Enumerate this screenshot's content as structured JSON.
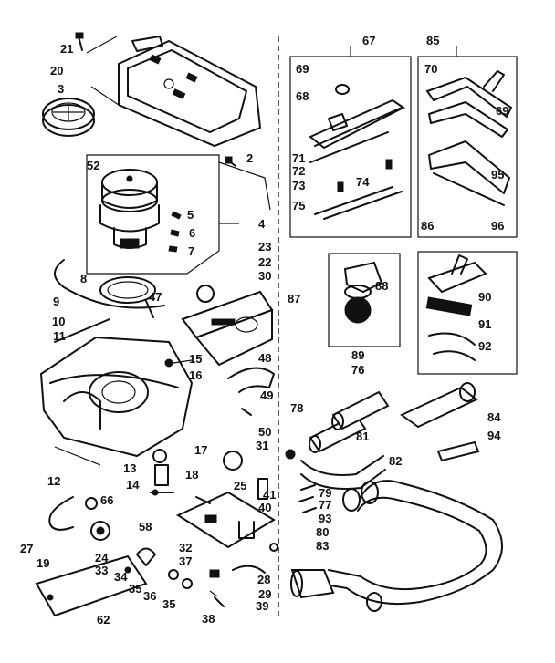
{
  "callouts": [
    {
      "id": "21",
      "text": "21"
    },
    {
      "id": "20",
      "text": "20"
    },
    {
      "id": "3",
      "text": "3"
    },
    {
      "id": "2",
      "text": "2"
    },
    {
      "id": "52",
      "text": "52"
    },
    {
      "id": "5",
      "text": "5"
    },
    {
      "id": "6",
      "text": "6"
    },
    {
      "id": "7",
      "text": "7"
    },
    {
      "id": "4",
      "text": "4"
    },
    {
      "id": "8",
      "text": "8"
    },
    {
      "id": "9",
      "text": "9"
    },
    {
      "id": "47",
      "text": "47"
    },
    {
      "id": "10",
      "text": "10"
    },
    {
      "id": "11",
      "text": "11"
    },
    {
      "id": "23",
      "text": "23"
    },
    {
      "id": "22",
      "text": "22"
    },
    {
      "id": "30",
      "text": "30"
    },
    {
      "id": "15",
      "text": "15"
    },
    {
      "id": "16",
      "text": "16"
    },
    {
      "id": "48",
      "text": "48"
    },
    {
      "id": "49",
      "text": "49"
    },
    {
      "id": "50",
      "text": "50"
    },
    {
      "id": "31",
      "text": "31"
    },
    {
      "id": "17",
      "text": "17"
    },
    {
      "id": "12",
      "text": "12"
    },
    {
      "id": "13",
      "text": "13"
    },
    {
      "id": "18",
      "text": "18"
    },
    {
      "id": "14",
      "text": "14"
    },
    {
      "id": "25",
      "text": "25"
    },
    {
      "id": "41",
      "text": "41"
    },
    {
      "id": "40",
      "text": "40"
    },
    {
      "id": "66",
      "text": "66"
    },
    {
      "id": "58",
      "text": "58"
    },
    {
      "id": "27",
      "text": "27"
    },
    {
      "id": "19",
      "text": "19"
    },
    {
      "id": "24",
      "text": "24"
    },
    {
      "id": "33",
      "text": "33"
    },
    {
      "id": "32",
      "text": "32"
    },
    {
      "id": "37",
      "text": "37"
    },
    {
      "id": "34",
      "text": "34"
    },
    {
      "id": "35a",
      "text": "35"
    },
    {
      "id": "36",
      "text": "36"
    },
    {
      "id": "35b",
      "text": "35"
    },
    {
      "id": "28",
      "text": "28"
    },
    {
      "id": "29",
      "text": "29"
    },
    {
      "id": "39",
      "text": "39"
    },
    {
      "id": "38",
      "text": "38"
    },
    {
      "id": "62",
      "text": "62"
    },
    {
      "id": "67",
      "text": "67"
    },
    {
      "id": "85",
      "text": "85"
    },
    {
      "id": "69a",
      "text": "69"
    },
    {
      "id": "68",
      "text": "68"
    },
    {
      "id": "70",
      "text": "70"
    },
    {
      "id": "69b",
      "text": "69"
    },
    {
      "id": "71",
      "text": "71"
    },
    {
      "id": "72",
      "text": "72"
    },
    {
      "id": "74",
      "text": "74"
    },
    {
      "id": "73",
      "text": "73"
    },
    {
      "id": "75",
      "text": "75"
    },
    {
      "id": "95",
      "text": "95"
    },
    {
      "id": "86",
      "text": "86"
    },
    {
      "id": "96",
      "text": "96"
    },
    {
      "id": "87",
      "text": "87"
    },
    {
      "id": "88",
      "text": "88"
    },
    {
      "id": "90",
      "text": "90"
    },
    {
      "id": "91",
      "text": "91"
    },
    {
      "id": "92",
      "text": "92"
    },
    {
      "id": "89",
      "text": "89"
    },
    {
      "id": "76",
      "text": "76"
    },
    {
      "id": "78",
      "text": "78"
    },
    {
      "id": "81",
      "text": "81"
    },
    {
      "id": "84",
      "text": "84"
    },
    {
      "id": "94",
      "text": "94"
    },
    {
      "id": "82",
      "text": "82"
    },
    {
      "id": "79",
      "text": "79"
    },
    {
      "id": "77",
      "text": "77"
    },
    {
      "id": "93",
      "text": "93"
    },
    {
      "id": "80",
      "text": "80"
    },
    {
      "id": "83",
      "text": "83"
    }
  ]
}
